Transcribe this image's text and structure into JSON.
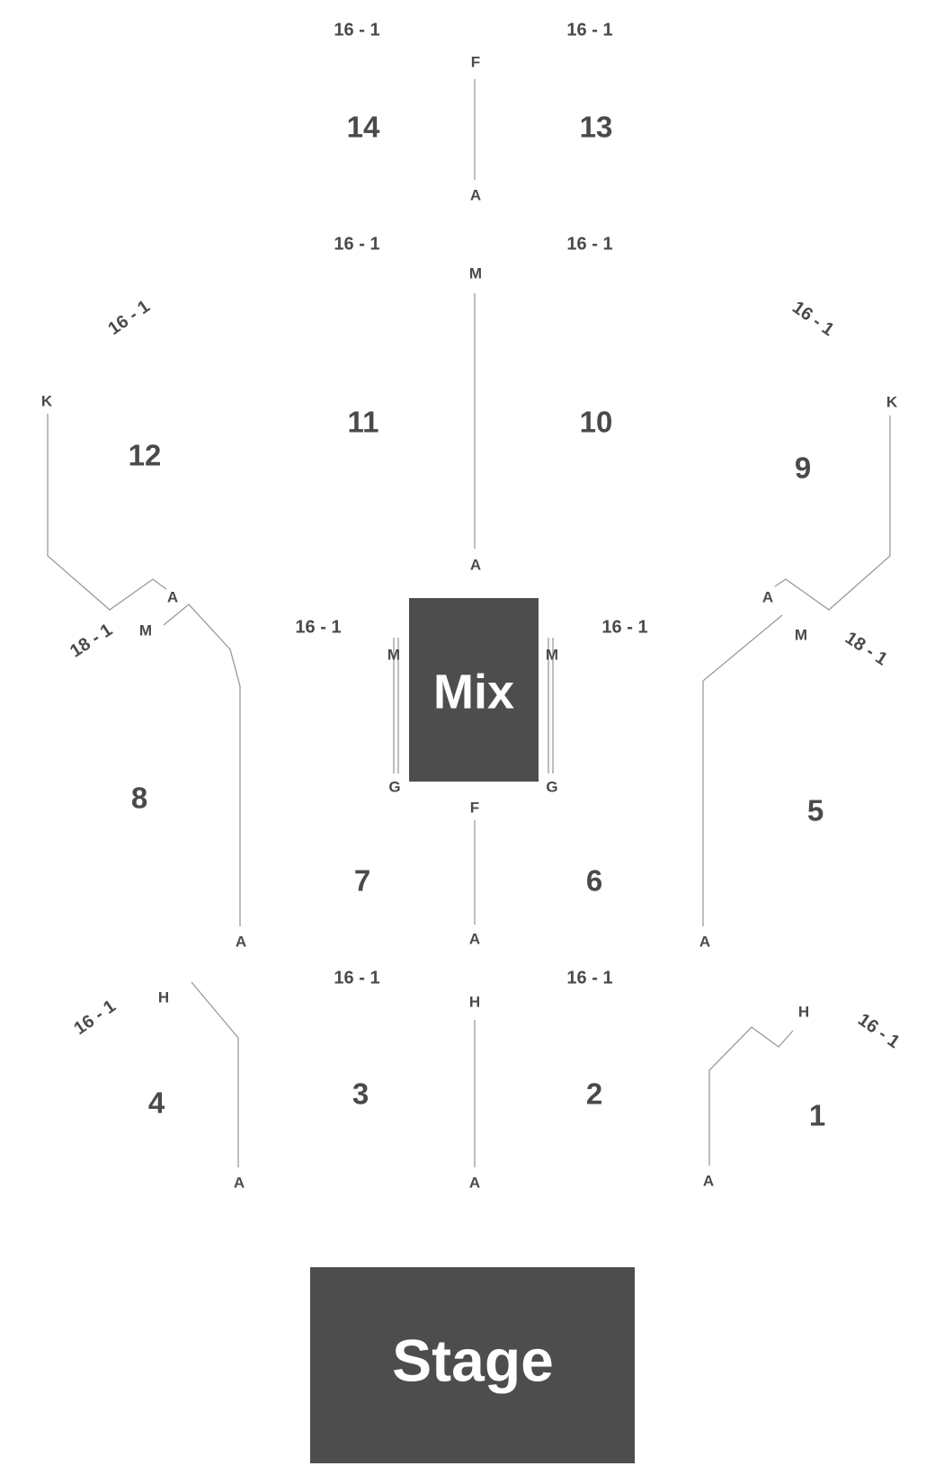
{
  "blocks": {
    "stage": "Stage",
    "mix": "Mix"
  },
  "sections": [
    "14",
    "13",
    "11",
    "10",
    "12",
    "9",
    "8",
    "5",
    "7",
    "6",
    "4",
    "3",
    "2",
    "1"
  ],
  "ranges": {
    "s14_top": "16 - 1",
    "s13_top": "16 - 1",
    "s11_top": "16 - 1",
    "s10_top": "16 - 1",
    "s12_top": "16 - 1",
    "s9_top": "16 - 1",
    "s8_top": "18 - 1",
    "s5_top": "18 - 1",
    "s7_top": "16 - 1",
    "s6_top": "16 - 1",
    "s3_top": "16 - 1",
    "s2_top": "16 - 1",
    "s4_top": "16 - 1",
    "s1_top": "16 - 1"
  },
  "rows": {
    "top_front": "F",
    "top_back": "A",
    "mid_front": "M",
    "mid_back": "A",
    "s12_front": "K",
    "s12_back": "A",
    "s9_front": "K",
    "s9_back": "A",
    "s8_front": "M",
    "s8_back": "A",
    "s5_front": "M",
    "s5_back": "A",
    "mix_left_front": "M",
    "mix_left_back": "G",
    "mix_right_front": "M",
    "mix_right_back": "G",
    "mix_bottom_front": "F",
    "mix_bottom_back": "A",
    "s4_front": "H",
    "s4_back": "A",
    "s23_front": "H",
    "s23_back": "A",
    "s1_front": "H",
    "s1_back": "A"
  }
}
